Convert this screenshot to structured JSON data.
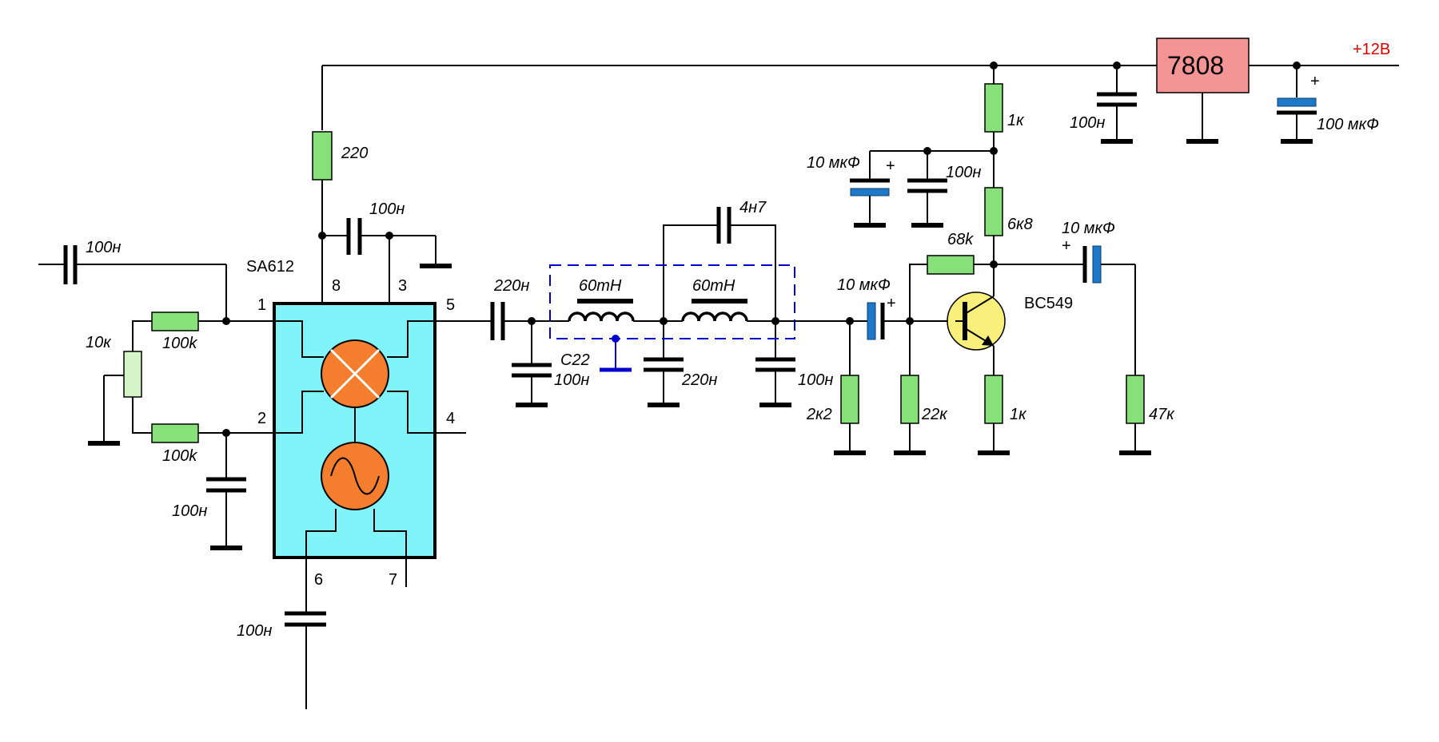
{
  "ic": {
    "name": "SA612",
    "pins": {
      "p1": "1",
      "p2": "2",
      "p3": "3",
      "p4": "4",
      "p5": "5",
      "p6": "6",
      "p7": "7",
      "p8": "8"
    },
    "body_color": "#80f4f8",
    "block_color": "#f57e2e"
  },
  "regulator": {
    "name": "7808",
    "color": "#f59494"
  },
  "supply": {
    "label": "+12В",
    "color": "#e00000"
  },
  "transistor": {
    "name": "BC549",
    "color": "#f8f07a"
  },
  "filter": {
    "l1": "60mH",
    "l2": "60mH",
    "c_bridge": "4н7",
    "c22_name": "C22",
    "c22_value": "100н",
    "c_mid": "220н",
    "c_out": "100н",
    "box_color": "#0000cc"
  },
  "labels": {
    "c_in": "100н",
    "r_pot": "10к",
    "r_in_top": "100k",
    "r_in_bot": "100k",
    "c_pin2": "100н",
    "c_pin6": "100н",
    "r_220": "220",
    "c_pin3": "100н",
    "c_pin5": "220н",
    "c_coupling": "10 мкФ",
    "r_2k2": "2к2",
    "r_22k": "22к",
    "r_68k": "68k",
    "r_1k_e": "1к",
    "r_6k8": "6к8",
    "r_1k_top": "1к",
    "c_dec_el": "10 мкФ",
    "c_dec": "100н",
    "c_out_el": "10 мкФ",
    "r_47k": "47к",
    "c_reg_in": "100н",
    "c_reg_out": "100 мкФ",
    "plus": "+"
  },
  "colors": {
    "resistor": "#88e07a",
    "electrolytic": "#1e78c8"
  }
}
